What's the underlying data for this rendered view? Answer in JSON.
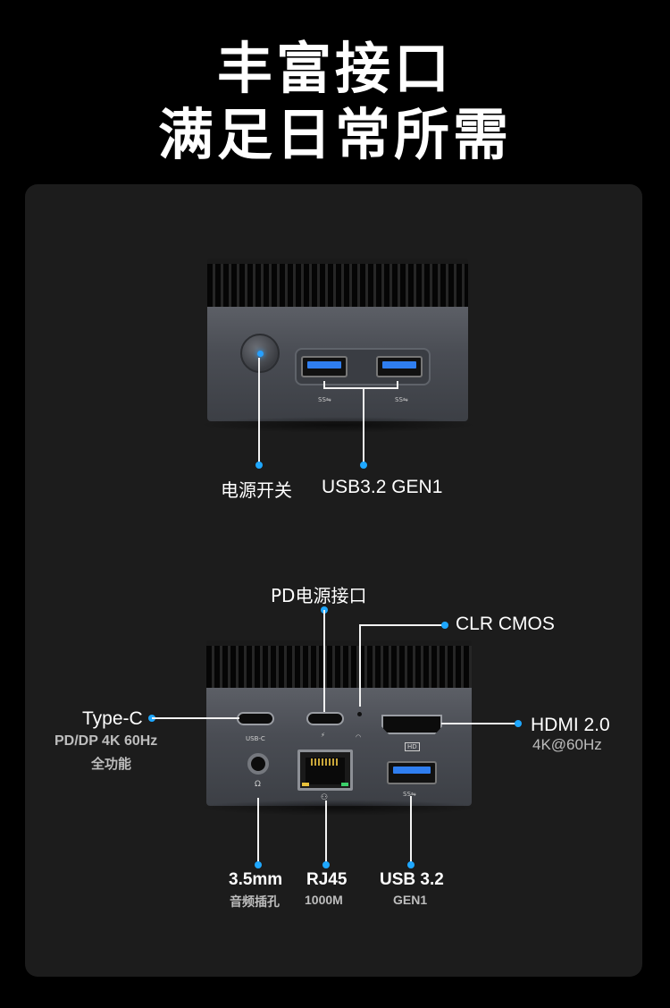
{
  "headline": {
    "line1": "丰富接口",
    "line2": "满足日常所需"
  },
  "front_view": {
    "labels": {
      "power": "电源开关",
      "usb": "USB3.2 GEN1"
    }
  },
  "rear_view": {
    "port_marks": {
      "usb_c": "USB-C",
      "hdmi": "HD",
      "usb_ss": "SS"
    },
    "labels": {
      "pd_power": "PD电源接口",
      "clr_cmos": "CLR CMOS",
      "typec_title": "Type-C",
      "typec_line1": "PD/DP 4K 60Hz",
      "typec_line2": "全功能",
      "hdmi_title": "HDMI 2.0",
      "hdmi_sub": "4K@60Hz",
      "audio_title": "3.5mm",
      "audio_sub": "音频插孔",
      "rj45_title": "RJ45",
      "rj45_sub": "1000M",
      "usb_title": "USB 3.2",
      "usb_sub": "GEN1"
    }
  },
  "colors": {
    "accent_dot": "#1ea7ff",
    "background": "#000000",
    "panel": "#1c1c1c"
  }
}
